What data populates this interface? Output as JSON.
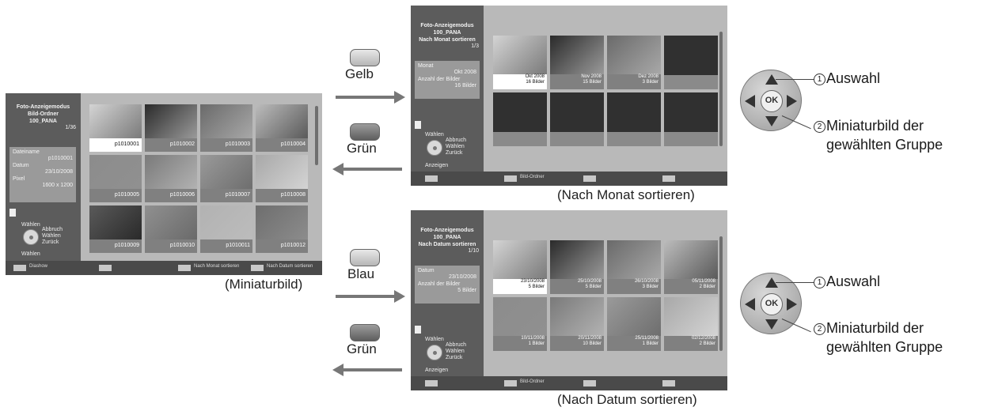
{
  "screen_mini": {
    "title": "Foto-Anzeigemodus",
    "folder_label": "Bild-Ordner",
    "folder": "100_PANA",
    "count": "1/36",
    "info": [
      {
        "label": "Dateiname",
        "value": "p1010001"
      },
      {
        "label": "Datum",
        "value": "23/10/2008"
      },
      {
        "label": "Pixel",
        "value": "1600 x 1200"
      }
    ],
    "nav": {
      "select": "Wählen",
      "exit": "Abbruch",
      "choose": "Wählen",
      "back": "Zurück",
      "view": "Wählen"
    },
    "tiles": [
      "p1010001",
      "p1010002",
      "p1010003",
      "p1010004",
      "p1010005",
      "p1010006",
      "p1010007",
      "p1010008",
      "p1010009",
      "p1010010",
      "p1010011",
      "p1010012"
    ],
    "bottom": {
      "b1": "Diashow",
      "b2": "Nach Monat sortieren",
      "b3": "Nach Datum sortieren"
    },
    "caption": "(Miniaturbild)"
  },
  "screen_month": {
    "title": "Foto-Anzeigemodus",
    "folder": "100_PANA",
    "sort": "Nach Monat sortieren",
    "count": "1/3",
    "info": [
      {
        "label": "Monat",
        "value": "Okt 2008"
      },
      {
        "label": "Anzahl der Bilder",
        "value": "16 Bilder"
      }
    ],
    "nav": {
      "select": "Wählen",
      "exit": "Abbruch",
      "choose": "Wählen",
      "back": "Zurück",
      "view": "Anzeigen"
    },
    "tiles": [
      {
        "date": "Okt 2008",
        "count": "16 Bilder"
      },
      {
        "date": "Nov 2008",
        "count": "15 Bilder"
      },
      {
        "date": "Dez 2008",
        "count": "3 Bilder"
      }
    ],
    "bottom": {
      "b1": "Bild-Ordner"
    },
    "caption": "(Nach Monat sortieren)"
  },
  "screen_date": {
    "title": "Foto-Anzeigemodus",
    "folder": "100_PANA",
    "sort": "Nach Datum sortieren",
    "count": "1/10",
    "info": [
      {
        "label": "Datum",
        "value": "23/10/2008"
      },
      {
        "label": "Anzahl der Bilder",
        "value": "5 Bilder"
      }
    ],
    "nav": {
      "select": "Wählen",
      "exit": "Abbruch",
      "choose": "Wählen",
      "back": "Zurück",
      "view": "Anzeigen"
    },
    "tiles": [
      {
        "date": "23/10/2008",
        "count": "5 Bilder"
      },
      {
        "date": "25/10/2008",
        "count": "5 Bilder"
      },
      {
        "date": "26/10/2008",
        "count": "3 Bilder"
      },
      {
        "date": "05/11/2008",
        "count": "2 Bilder"
      },
      {
        "date": "10/11/2008",
        "count": "1 Bilder"
      },
      {
        "date": "20/11/2008",
        "count": "10 Bilder"
      },
      {
        "date": "25/11/2008",
        "count": "1 Bilder"
      },
      {
        "date": "02/12/2008",
        "count": "2 Bilder"
      }
    ],
    "bottom": {
      "b1": "Bild-Ordner"
    },
    "caption": "(Nach Datum sortieren)"
  },
  "buttons": {
    "yellow": "Gelb",
    "green_top": "Grün",
    "blue": "Blau",
    "green_bottom": "Grün"
  },
  "callouts": {
    "n1": "1",
    "select": "Auswahl",
    "n2": "2",
    "thumb_line1": "Miniaturbild der",
    "thumb_line2": "gewählten Gruppe",
    "ok": "OK"
  },
  "colors": {
    "panel": "#5c5c5c",
    "screen_bg": "#b9b9b9",
    "arrow": "#777777"
  }
}
